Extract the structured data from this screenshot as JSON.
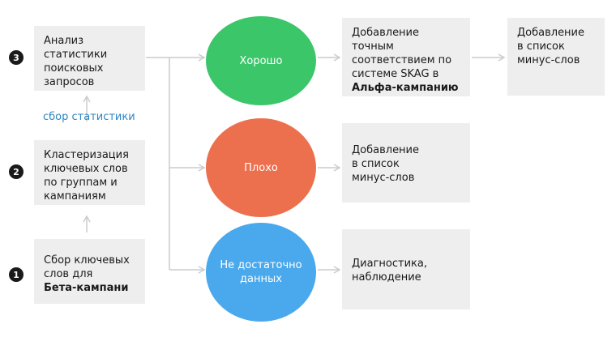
{
  "colors": {
    "good": "#3cc66a",
    "bad": "#ec6f4e",
    "insufficient": "#4aa8ec",
    "box": "#eeeeee",
    "arrow": "#cccccc",
    "stat_label": "#2b86c5"
  },
  "steps": [
    {
      "number": "3",
      "lines": [
        "Анализ",
        "статистики",
        "поисковых",
        "запросов"
      ],
      "bold_line": ""
    },
    {
      "number": "2",
      "lines": [
        "Кластеризация",
        "ключевых слов",
        "по группам и",
        "кампаниям"
      ],
      "bold_line": ""
    },
    {
      "number": "1",
      "lines": [
        "Сбор ключевых",
        "слов для"
      ],
      "bold_line": "Бета-кампани"
    }
  ],
  "stat_label": "сбор статистики",
  "circles": {
    "good": {
      "label": "Хорошо"
    },
    "bad": {
      "label": "Плохо"
    },
    "insufficient": {
      "lines": [
        "Не достаточно",
        "данных"
      ]
    }
  },
  "results": {
    "good": {
      "lines": [
        "Добавление",
        "точным",
        "соответствием по",
        "системе SKAG в"
      ],
      "bold_line": "Альфа-кампанию"
    },
    "good_next": {
      "lines": [
        "Добавление",
        "в список",
        "минус-слов"
      ]
    },
    "bad": {
      "lines": [
        "Добавление",
        "в список",
        "минус-слов"
      ]
    },
    "insufficient": {
      "lines": [
        "Диагностика,",
        "наблюдение"
      ]
    }
  }
}
